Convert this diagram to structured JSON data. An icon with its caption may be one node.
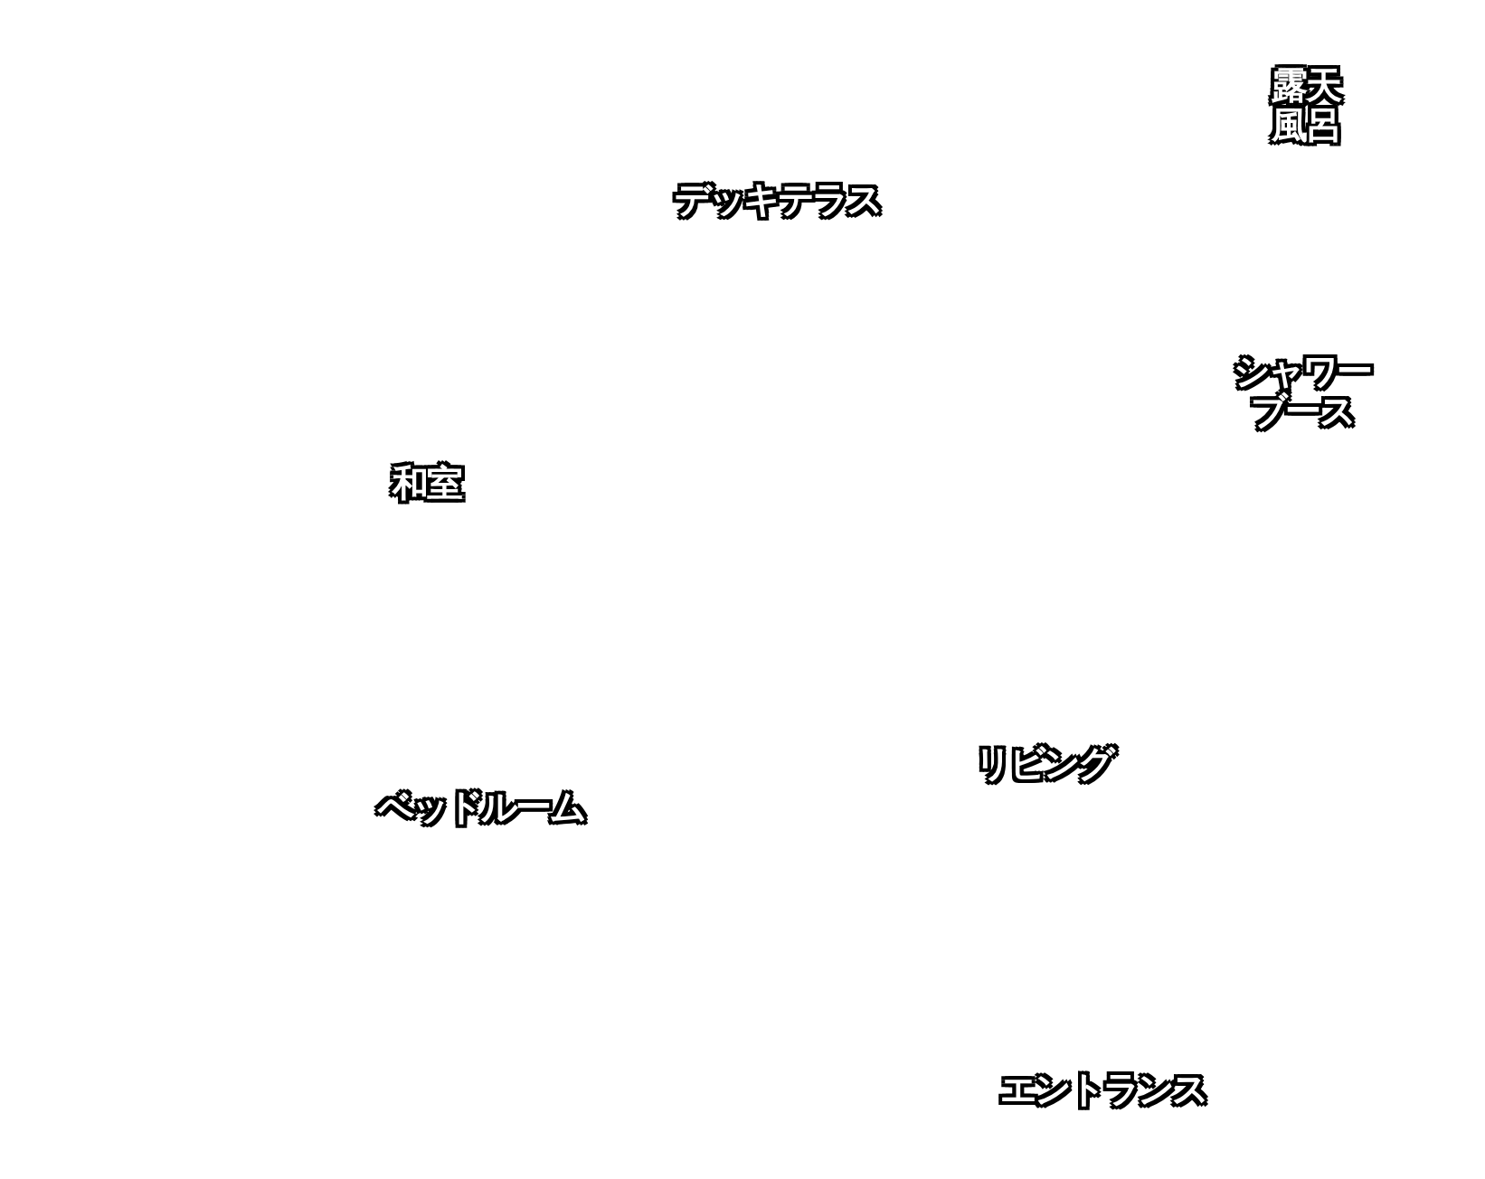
{
  "diagram": {
    "labels": [
      "露天風呂",
      "デッキテラス",
      "シャワーブース",
      "和室",
      "リビング",
      "ベッドルーム",
      "エントランス"
    ]
  }
}
